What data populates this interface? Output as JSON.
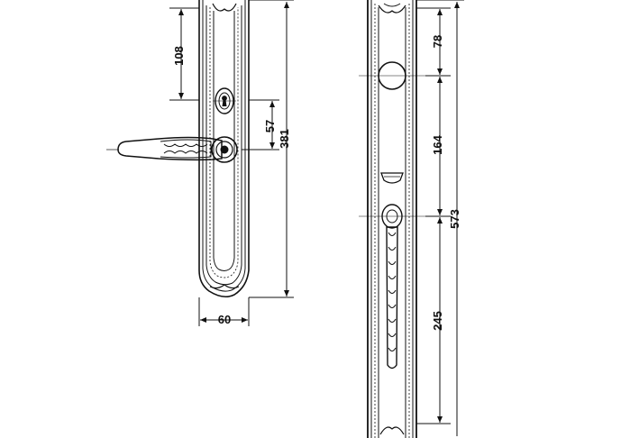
{
  "dimensions": {
    "d108": "108",
    "d57": "57",
    "d381": "381",
    "d60": "60",
    "d78": "78",
    "d164": "164",
    "d573": "573",
    "d245": "245"
  },
  "colors": {
    "line": "#111111",
    "background": "#ffffff"
  }
}
